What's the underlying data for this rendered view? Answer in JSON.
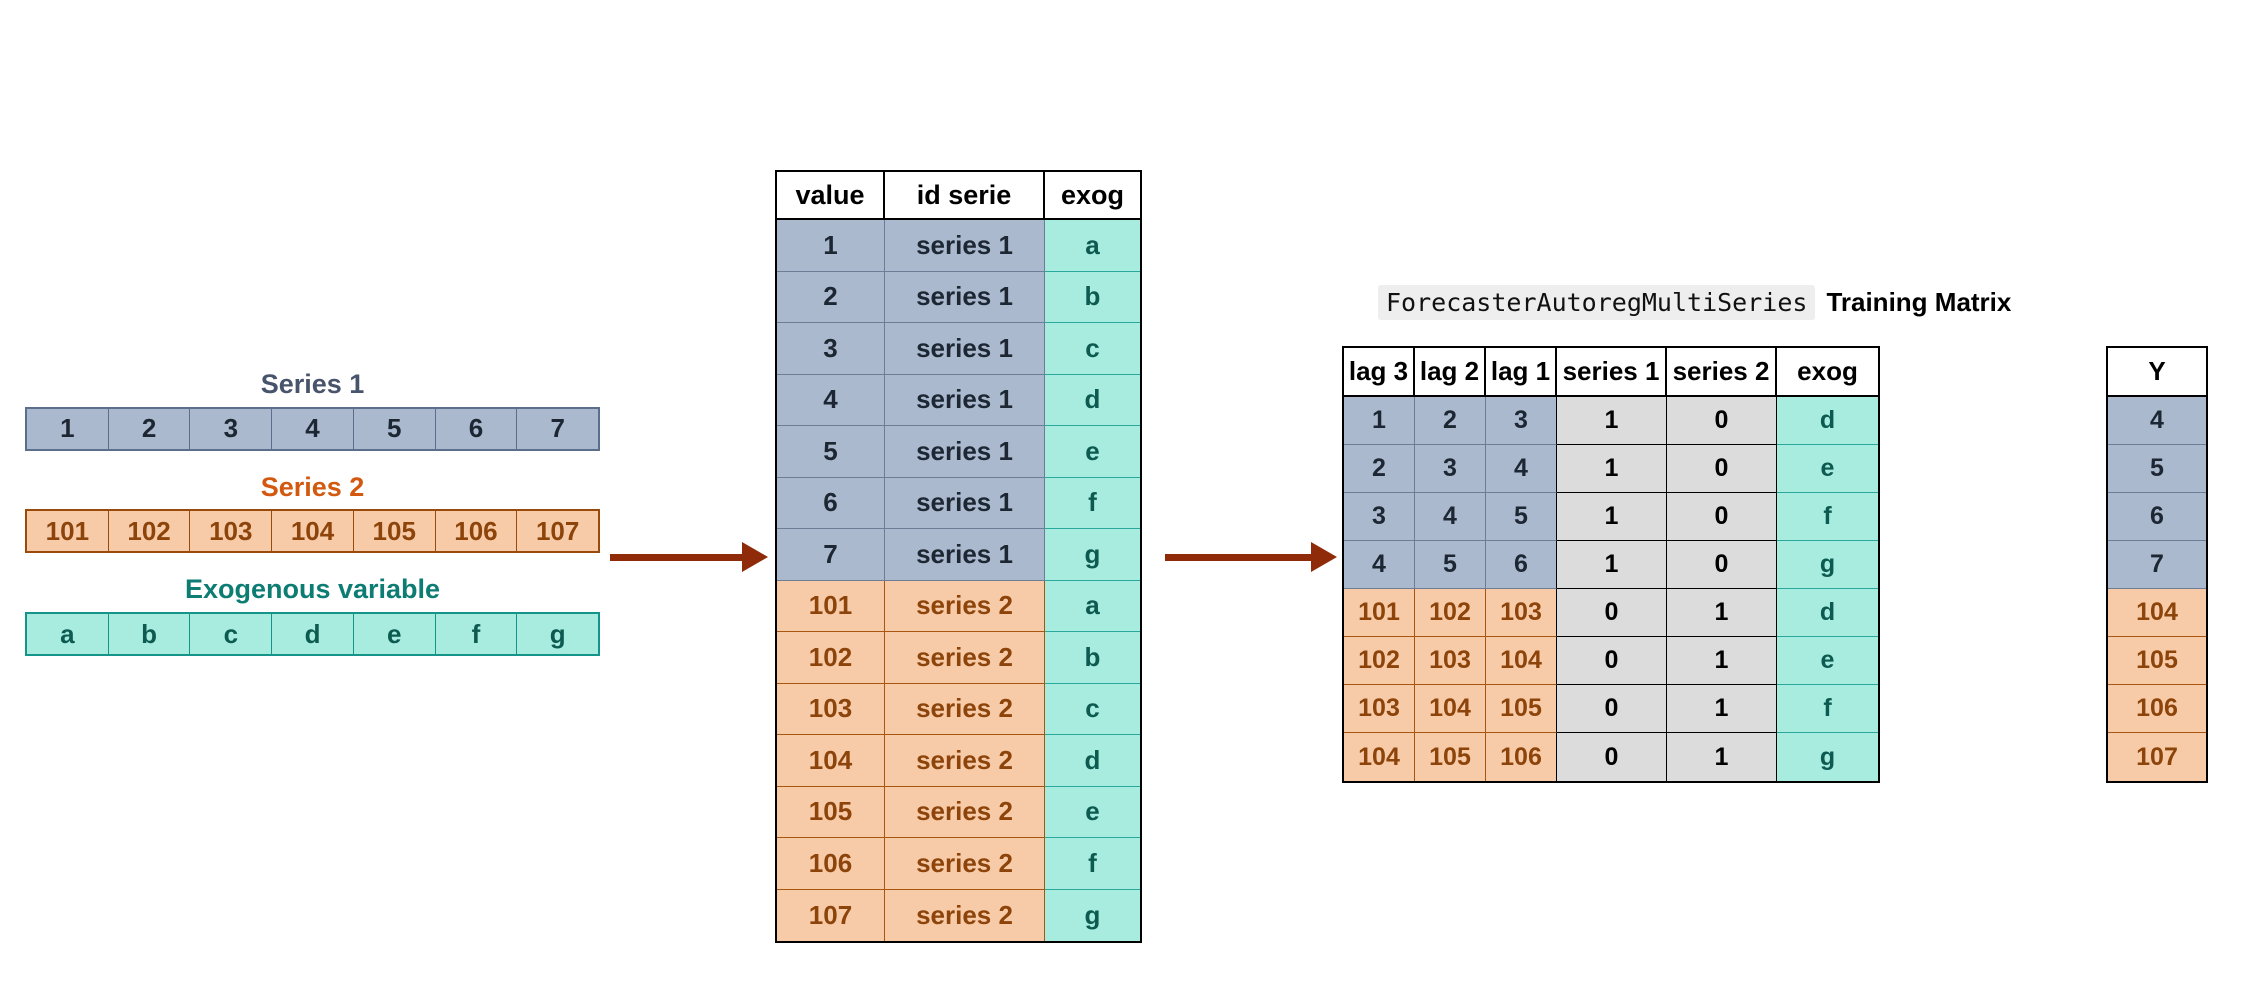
{
  "left_panel": {
    "series_1": {
      "title": "Series 1",
      "color": "#48546b",
      "fill": "#aab9ce",
      "values": [
        "1",
        "2",
        "3",
        "4",
        "5",
        "6",
        "7"
      ]
    },
    "series_2": {
      "title": "Series 2",
      "color": "#d2590f",
      "fill": "#f8cba8",
      "values": [
        "101",
        "102",
        "103",
        "104",
        "105",
        "106",
        "107"
      ]
    },
    "exogenous": {
      "title": "Exogenous variable",
      "color": "#0d7d74",
      "fill": "#a8ece0",
      "values": [
        "a",
        "b",
        "c",
        "d",
        "e",
        "f",
        "g"
      ]
    }
  },
  "arrows": {
    "color": "#8f2b09",
    "count": 2
  },
  "long_table": {
    "headers": [
      "value",
      "id serie",
      "exog"
    ],
    "rows": [
      {
        "series": "s1",
        "value": "1",
        "id": "series 1",
        "exog": "a"
      },
      {
        "series": "s1",
        "value": "2",
        "id": "series 1",
        "exog": "b"
      },
      {
        "series": "s1",
        "value": "3",
        "id": "series 1",
        "exog": "c"
      },
      {
        "series": "s1",
        "value": "4",
        "id": "series 1",
        "exog": "d"
      },
      {
        "series": "s1",
        "value": "5",
        "id": "series 1",
        "exog": "e"
      },
      {
        "series": "s1",
        "value": "6",
        "id": "series 1",
        "exog": "f"
      },
      {
        "series": "s1",
        "value": "7",
        "id": "series 1",
        "exog": "g"
      },
      {
        "series": "s2",
        "value": "101",
        "id": "series 2",
        "exog": "a"
      },
      {
        "series": "s2",
        "value": "102",
        "id": "series 2",
        "exog": "b"
      },
      {
        "series": "s2",
        "value": "103",
        "id": "series 2",
        "exog": "c"
      },
      {
        "series": "s2",
        "value": "104",
        "id": "series 2",
        "exog": "d"
      },
      {
        "series": "s2",
        "value": "105",
        "id": "series 2",
        "exog": "e"
      },
      {
        "series": "s2",
        "value": "106",
        "id": "series 2",
        "exog": "f"
      },
      {
        "series": "s2",
        "value": "107",
        "id": "series 2",
        "exog": "g"
      }
    ]
  },
  "right_panel": {
    "title_code": "ForecasterAutoregMultiSeries",
    "title_text": "Training Matrix",
    "x_headers": [
      "lag 3",
      "lag 2",
      "lag 1",
      "series 1",
      "series 2",
      "exog"
    ],
    "y_header": "Y",
    "rows": [
      {
        "series": "s1",
        "lag3": "1",
        "lag2": "2",
        "lag1": "3",
        "series_1": "1",
        "series_2": "0",
        "exog": "d",
        "y": "4"
      },
      {
        "series": "s1",
        "lag3": "2",
        "lag2": "3",
        "lag1": "4",
        "series_1": "1",
        "series_2": "0",
        "exog": "e",
        "y": "5"
      },
      {
        "series": "s1",
        "lag3": "3",
        "lag2": "4",
        "lag1": "5",
        "series_1": "1",
        "series_2": "0",
        "exog": "f",
        "y": "6"
      },
      {
        "series": "s1",
        "lag3": "4",
        "lag2": "5",
        "lag1": "6",
        "series_1": "1",
        "series_2": "0",
        "exog": "g",
        "y": "7"
      },
      {
        "series": "s2",
        "lag3": "101",
        "lag2": "102",
        "lag1": "103",
        "series_1": "0",
        "series_2": "1",
        "exog": "d",
        "y": "104"
      },
      {
        "series": "s2",
        "lag3": "102",
        "lag2": "103",
        "lag1": "104",
        "series_1": "0",
        "series_2": "1",
        "exog": "e",
        "y": "105"
      },
      {
        "series": "s2",
        "lag3": "103",
        "lag2": "104",
        "lag1": "105",
        "series_1": "0",
        "series_2": "1",
        "exog": "f",
        "y": "106"
      },
      {
        "series": "s2",
        "lag3": "104",
        "lag2": "105",
        "lag1": "106",
        "series_1": "0",
        "series_2": "1",
        "exog": "g",
        "y": "107"
      }
    ]
  }
}
